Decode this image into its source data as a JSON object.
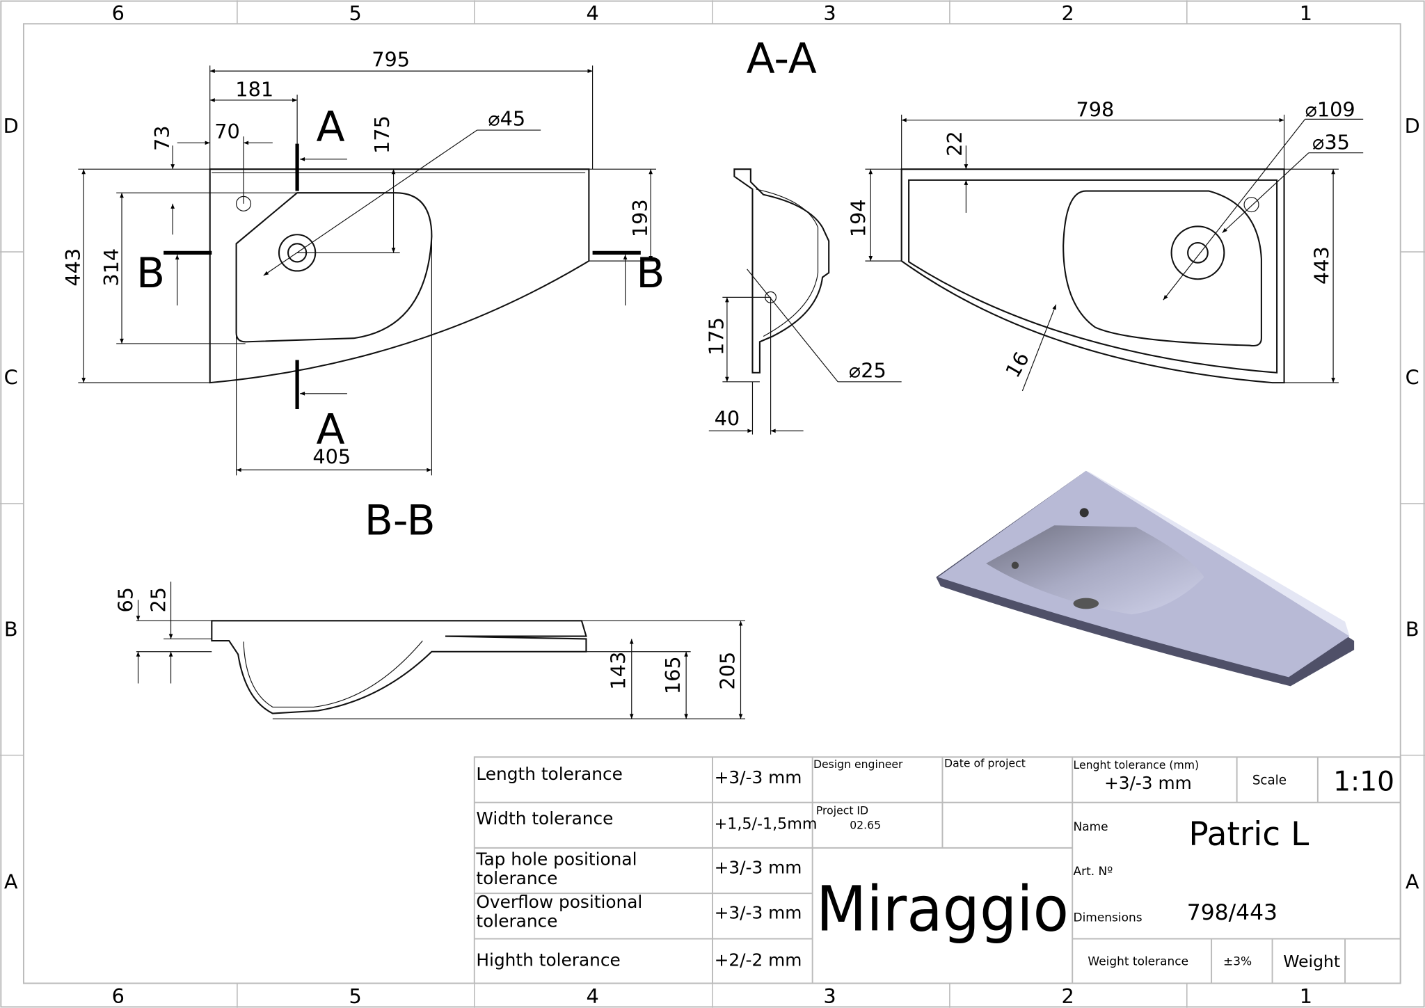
{
  "frame": {
    "columns": [
      "6",
      "5",
      "4",
      "3",
      "2",
      "1"
    ],
    "rows": [
      "D",
      "C",
      "B",
      "A"
    ]
  },
  "views": {
    "section_aa_title": "A-A",
    "section_bb_title": "B-B",
    "cut_labels": {
      "a_top": "A",
      "a_bottom": "A",
      "b_left": "B",
      "b_right": "B"
    }
  },
  "dimensions": {
    "top_view": {
      "overall_length": "795",
      "tap_offset": "181",
      "tap_x": "70",
      "tap_y": "73",
      "bowl_depth": "175",
      "drain_dia": "⌀45",
      "overall_width": "443",
      "bowl_width": "314",
      "right_edge": "193",
      "bowl_length": "405"
    },
    "section_aa": {
      "drain_height": "175",
      "wall": "40",
      "overflow_dia": "⌀25"
    },
    "right_view": {
      "length": "798",
      "tap_dia": "⌀109",
      "hole_dia": "⌀35",
      "rim": "22",
      "depth": "194",
      "width": "443",
      "edge": "16"
    },
    "section_bb": {
      "h65": "65",
      "h25": "25",
      "h143": "143",
      "h165": "165",
      "h205": "205"
    }
  },
  "title_block": {
    "tolerances": [
      {
        "label": "Length tolerance",
        "value": "+3/-3 mm"
      },
      {
        "label": "Width tolerance",
        "value": "+1,5/-1,5mm"
      },
      {
        "label": "Tap hole positional tolerance",
        "value": "+3/-3 mm"
      },
      {
        "label": "Overflow positional tolerance",
        "value": "+3/-3 mm"
      },
      {
        "label": "Highth tolerance",
        "value": "+2/-2 mm"
      }
    ],
    "design_engineer_label": "Design engineer",
    "date_label": "Date of project",
    "project_id_label": "Project ID",
    "project_id": "02.65",
    "brand": "Miraggio",
    "length_tol_label": "Lenght tolerance (mm)",
    "length_tol_value": "+3/-3 mm",
    "scale_label": "Scale",
    "scale_value": "1:10",
    "name_label": "Name",
    "name_value": "Patric L",
    "art_label": "Art. Nº",
    "dimensions_label": "Dimensions",
    "dimensions_value": "798/443",
    "weight_tol_label": "Weight tolerance",
    "weight_tol_value": "±3%",
    "weight_label": "Weight"
  }
}
